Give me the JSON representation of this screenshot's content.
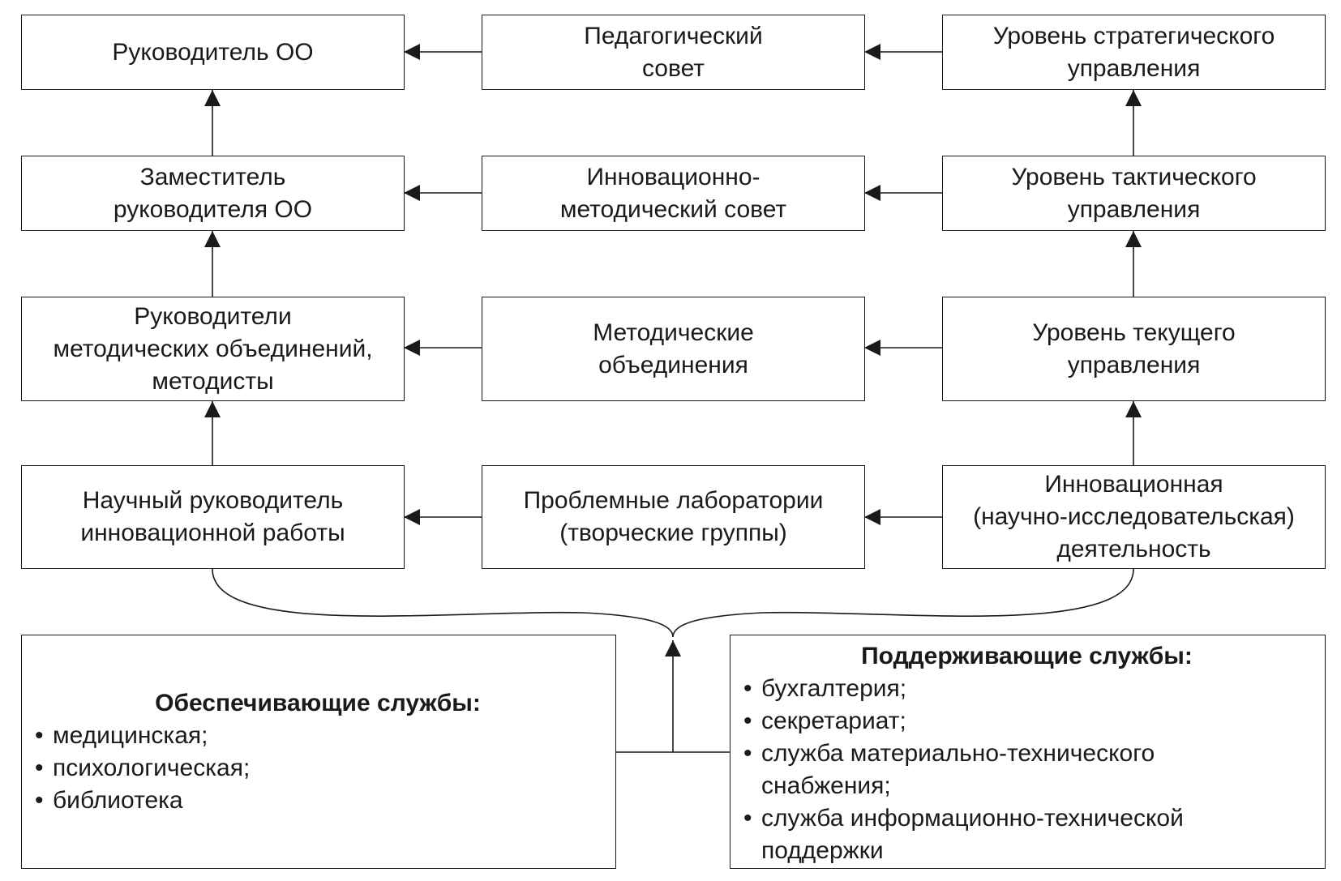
{
  "col_left": [
    {
      "lines": [
        "Руководитель ОО"
      ]
    },
    {
      "lines": [
        "Заместитель",
        "руководителя ОО"
      ]
    },
    {
      "lines": [
        "Руководители",
        "методических объединений,",
        "методисты"
      ]
    },
    {
      "lines": [
        "Научный руководитель",
        "инновационной работы"
      ]
    }
  ],
  "col_mid": [
    {
      "lines": [
        "Педагогический",
        "совет"
      ]
    },
    {
      "lines": [
        "Инновационно-",
        "методический совет"
      ]
    },
    {
      "lines": [
        "Методические",
        "объединения"
      ]
    },
    {
      "lines": [
        "Проблемные лаборатории",
        "(творческие группы)"
      ]
    }
  ],
  "col_right": [
    {
      "lines": [
        "Уровень стратегического",
        "управления"
      ]
    },
    {
      "lines": [
        "Уровень тактического",
        "управления"
      ]
    },
    {
      "lines": [
        "Уровень текущего",
        "управления"
      ]
    },
    {
      "lines": [
        "Инновационная",
        "(научно-исследовательская)",
        "деятельность"
      ]
    }
  ],
  "provision_services": {
    "title": "Обеспечивающие службы:",
    "items": [
      "медицинская;",
      "психологическая;",
      "библиотека"
    ]
  },
  "support_services": {
    "title": "Поддерживающие службы:",
    "items": [
      [
        "бухгалтерия;"
      ],
      [
        "секретариат;"
      ],
      [
        "служба материально-технического",
        "снабжения;"
      ],
      [
        "служба информационно-технической",
        "поддержки"
      ]
    ]
  },
  "colors": {
    "stroke": "#1a1a1a",
    "background": "#ffffff"
  }
}
